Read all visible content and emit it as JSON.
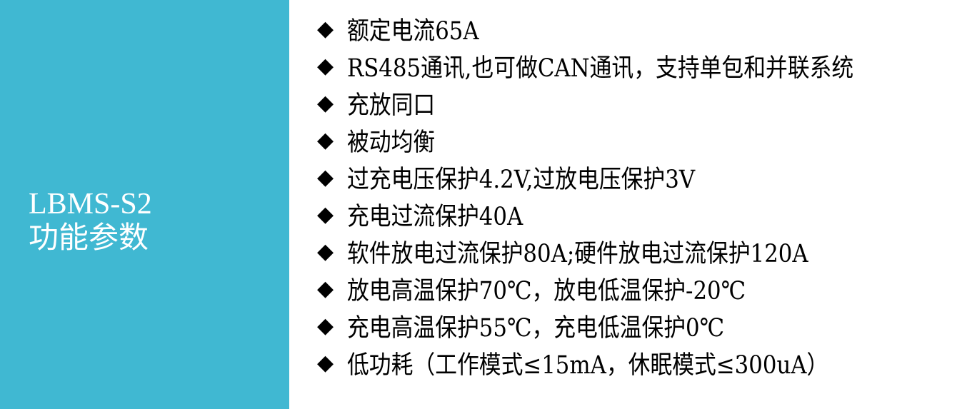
{
  "panel": {
    "background": "#40b8d2",
    "title_line1": "LBMS-S2",
    "title_line2": "功能参数"
  },
  "features": {
    "bullet": "◆",
    "items": [
      "额定电流65A",
      "RS485通讯,也可做CAN通讯，支持单包和并联系统",
      "充放同口",
      "被动均衡",
      "过充电压保护4.2V,过放电压保护3V",
      "充电过流保护40A",
      "软件放电过流保护80A;硬件放电过流保护120A",
      "放电高温保护70℃，放电低温保护-20℃",
      "充电高温保护55℃，充电低温保护0℃",
      "低功耗（工作模式≤15mA，休眠模式≤300uA）"
    ]
  }
}
